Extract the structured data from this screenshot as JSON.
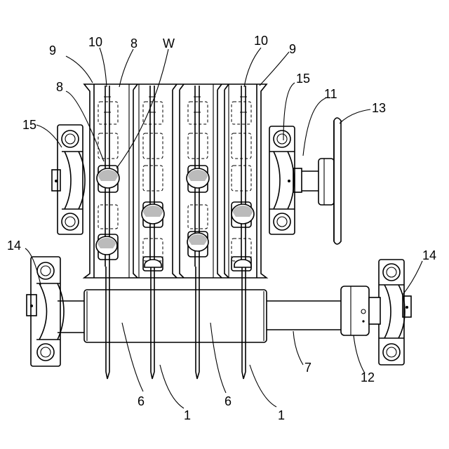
{
  "figure": {
    "labels": {
      "l9_left": "9",
      "l10_left": "10",
      "l8_top": "8",
      "lW": "W",
      "l10_right": "10",
      "l9_right": "9",
      "l8_left": "8",
      "l15_right": "15",
      "l11": "11",
      "l13": "13",
      "l15_left": "15",
      "l14_left": "14",
      "l14_right": "14",
      "l6_left": "6",
      "l1_left": "1",
      "l6_right": "6",
      "l1_right": "1",
      "l7": "7",
      "l12": "12"
    }
  }
}
